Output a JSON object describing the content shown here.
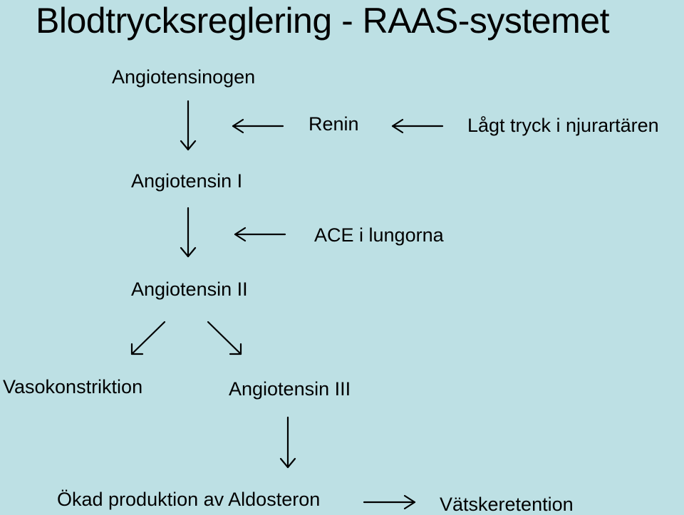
{
  "title": "Blodtrycksreglering - RAAS-systemet",
  "nodes": {
    "angiotensinogen": "Angiotensinogen",
    "renin": "Renin",
    "low_pressure": "Lågt tryck i njurartären",
    "angiotensin_1": "Angiotensin I",
    "ace": "ACE i lungorna",
    "angiotensin_2": "Angiotensin II",
    "vasoconstriction": "Vasokonstriktion",
    "angiotensin_3": "Angiotensin III",
    "aldosterone": "Ökad produktion av Aldosteron",
    "fluid_retention": "Vätskeretention"
  }
}
